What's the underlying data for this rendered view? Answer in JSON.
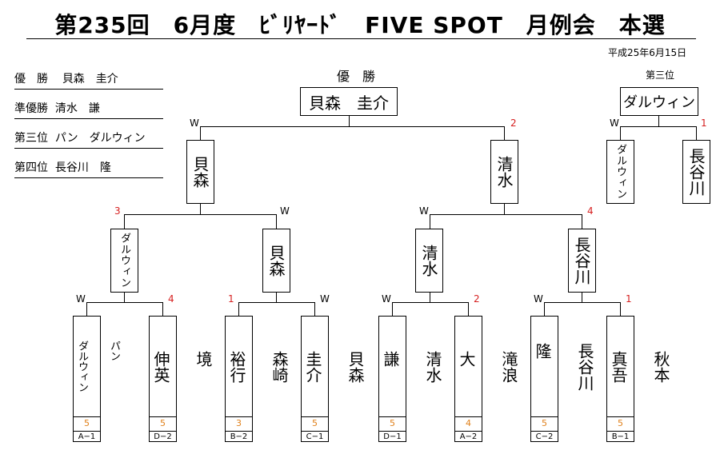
{
  "title": "第235回　6月度　ﾋﾞﾘﾔｰﾄﾞ　FIVE SPOT　月例会　本選",
  "date": "平成25年6月15日",
  "results": [
    {
      "place": "優　勝",
      "name": "貝森　圭介"
    },
    {
      "place": "準優勝",
      "name": "清水　謙"
    },
    {
      "place": "第三位",
      "name": "パン　ダルウィン"
    },
    {
      "place": "第四位",
      "name": "長谷川　隆"
    }
  ],
  "champion": {
    "label": "優　勝",
    "name": "貝森　圭介"
  },
  "third_place": {
    "label": "第三位",
    "name": "ダルウィン"
  },
  "third_match": {
    "left": "ダルウィン",
    "right": "長谷川",
    "left_score": "W",
    "right_score": "1"
  },
  "final": {
    "left": "貝森",
    "right": "清水",
    "left_score": "W",
    "right_score": "2"
  },
  "semis": [
    {
      "winner": "貝森",
      "left": "ダルウィン",
      "right": "貝森",
      "left_score": "3",
      "right_score": "W"
    },
    {
      "winner": "清水",
      "left": "清水",
      "right": "長谷川",
      "left_score": "W",
      "right_score": "4"
    }
  ],
  "quarters": [
    {
      "left_score": "W",
      "right_score": "4"
    },
    {
      "left_score": "1",
      "right_score": "W"
    },
    {
      "left_score": "W",
      "right_score": "2"
    },
    {
      "left_score": "W",
      "right_score": "1"
    }
  ],
  "players": [
    {
      "name": "パン\n\nダルウィン",
      "score": "5",
      "code": "A−1"
    },
    {
      "name": "境\n\n伸英",
      "score": "5",
      "code": "D−2"
    },
    {
      "name": "森崎\n\n裕行",
      "score": "3",
      "code": "B−2"
    },
    {
      "name": "貝森\n\n圭介",
      "score": "5",
      "code": "C−1"
    },
    {
      "name": "清水\n\n謙",
      "score": "5",
      "code": "D−1"
    },
    {
      "name": "滝浪\n\n大",
      "score": "4",
      "code": "A−2"
    },
    {
      "name": "長谷川\n\n隆",
      "score": "5",
      "code": "C−2"
    },
    {
      "name": "秋本\n\n真吾",
      "score": "5",
      "code": "B−1"
    }
  ]
}
